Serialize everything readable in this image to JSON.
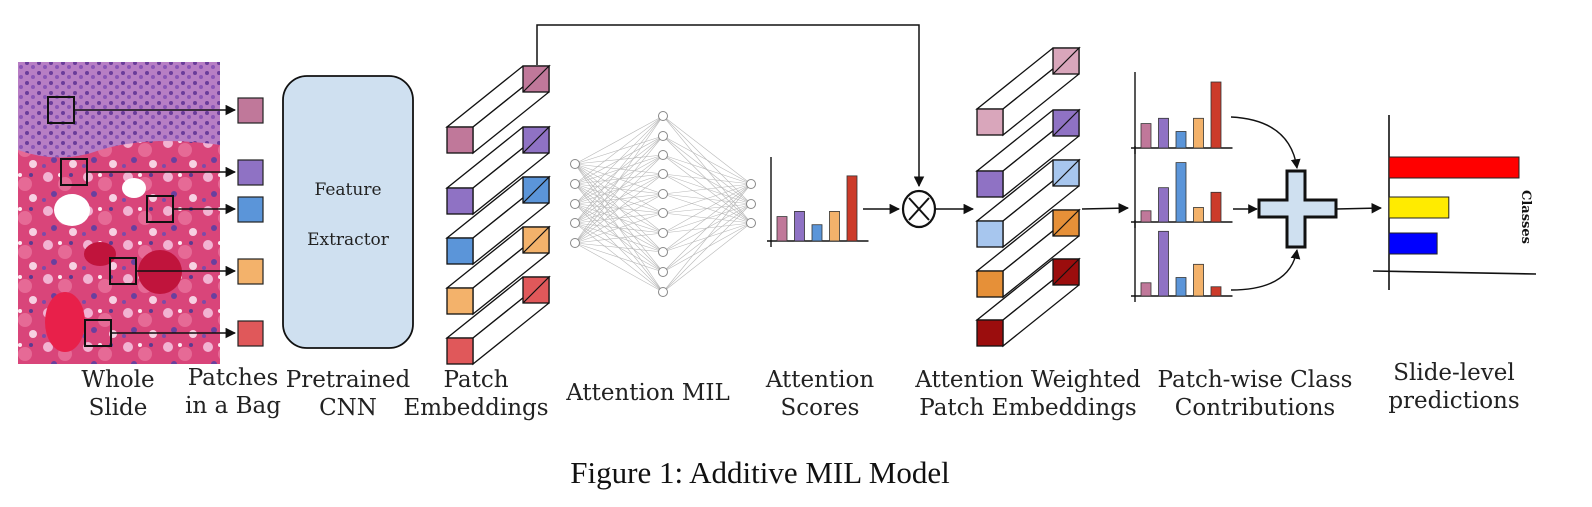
{
  "caption": "Figure 1: Additive MIL Model",
  "stages": {
    "whole_slide": [
      "Whole",
      "Slide"
    ],
    "patches": [
      "Patches",
      "in a Bag"
    ],
    "cnn": [
      "Pretrained",
      "CNN"
    ],
    "embeddings": [
      "Patch",
      "Embeddings"
    ],
    "attention_mil": "Attention MIL",
    "attention_scores": [
      "Attention",
      "Scores"
    ],
    "weighted": [
      "Attention Weighted",
      "Patch Embeddings"
    ],
    "contributions": [
      "Patch-wise Class",
      "Contributions"
    ],
    "predictions": [
      "Slide-level",
      "predictions"
    ]
  },
  "feature_extractor": [
    "Feature",
    "Extractor"
  ],
  "classes_label": "Classes",
  "patch_colors": [
    "#c0789a",
    "#8f72c4",
    "#5b95d9",
    "#f3b26b",
    "#e0585a"
  ],
  "weighted_colors": [
    "#d9a6bb",
    "#8f72c4",
    "#a7c6ee",
    "#e69038",
    "#9b0d0d"
  ],
  "attention_scores": {
    "colors": [
      "#c0789a",
      "#8f72c4",
      "#5b95d9",
      "#f3b26b",
      "#cc3b2a"
    ],
    "values": [
      0.33,
      0.4,
      0.22,
      0.4,
      0.88
    ]
  },
  "contributions": [
    {
      "values": [
        0.37,
        0.45,
        0.25,
        0.45,
        1.0
      ]
    },
    {
      "values": [
        0.17,
        0.52,
        0.9,
        0.22,
        0.45
      ]
    },
    {
      "values": [
        0.2,
        0.98,
        0.28,
        0.48,
        0.14
      ]
    }
  ],
  "predictions": [
    {
      "color": "#ff0000",
      "value": 1.0
    },
    {
      "color": "#ffeb00",
      "value": 0.46
    },
    {
      "color": "#0000ff",
      "value": 0.37
    }
  ],
  "combine_symbol": "+",
  "multiply_symbol": "⊗"
}
